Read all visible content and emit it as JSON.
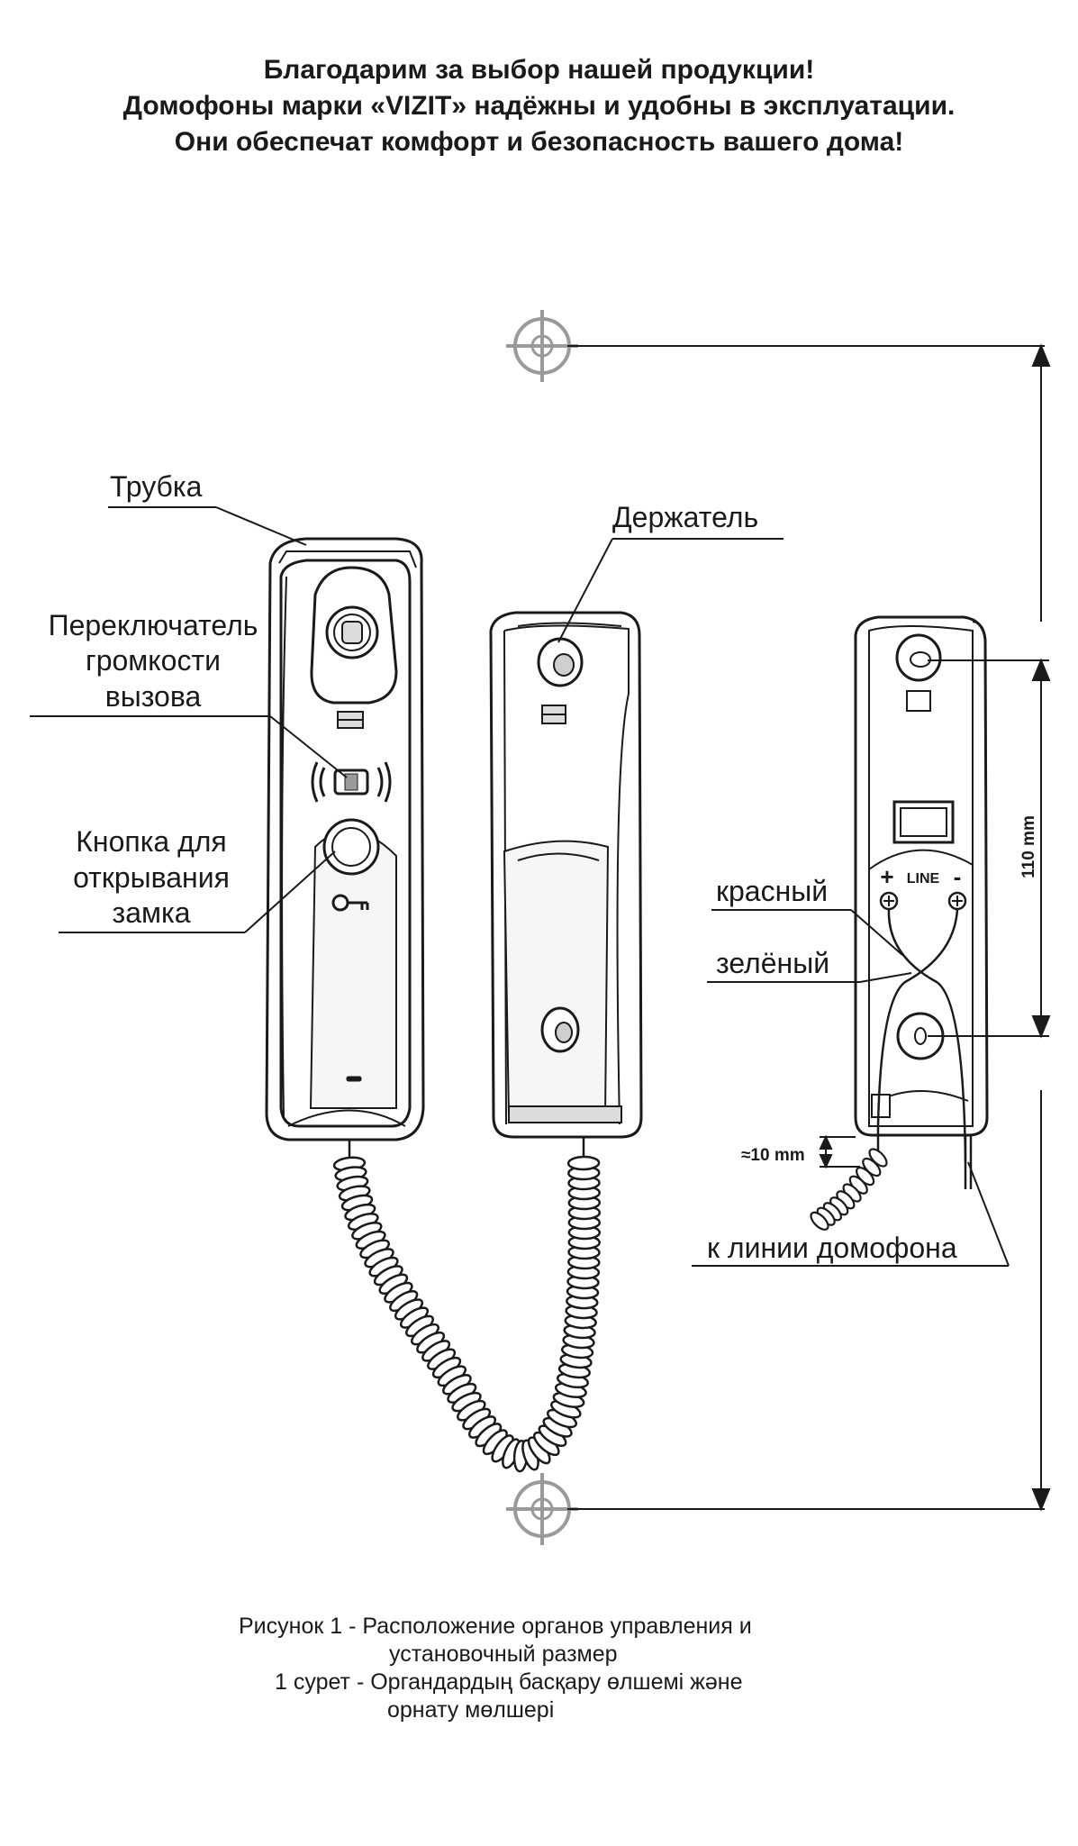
{
  "header": {
    "line1": "Благодарим за выбор нашей продукции!",
    "line2": "Домофоны марки «VIZIT» надёжны и удобны в эксплуатации.",
    "line3": "Они обеспечат комфорт и безопасность вашего дома!"
  },
  "labels": {
    "handset": "Трубка",
    "holder": "Держатель",
    "volume_line1": "Переключатель",
    "volume_line2": "громкости",
    "volume_line3": "вызова",
    "button_line1": "Кнопка для",
    "button_line2": "открывания",
    "button_line3": "замка",
    "red": "красный",
    "green": "зелёный",
    "line_connection": "к линии домофона",
    "line_text": "LINE",
    "plus": "+",
    "minus": "-"
  },
  "dimensions": {
    "height": "110 mm",
    "gap": "≈10 mm"
  },
  "caption": {
    "line1": "Рисунок 1 - Расположение органов управления и",
    "line2": "установочный размер",
    "line3": "1 сурет - Органдардың басқару өлшемі және",
    "line4": "орнату мөлшері"
  }
}
